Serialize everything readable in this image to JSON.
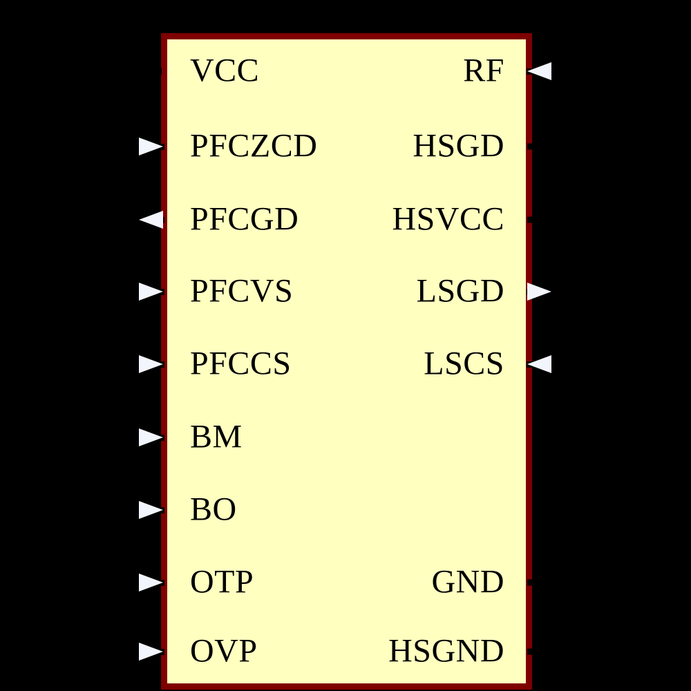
{
  "component": {
    "kind": "ic-schematic-symbol",
    "colors": {
      "background": "#000000",
      "body_fill": "#ffffc0",
      "border": "#7f0000",
      "arrow_fill": "#f2f6fc",
      "pin_stub": "#000000",
      "text": "#000000"
    },
    "left_pins": [
      {
        "label": "VCC",
        "connector": "stub"
      },
      {
        "label": "PFCZCD",
        "connector": "arrow-in"
      },
      {
        "label": "PFCGD",
        "connector": "arrow-out"
      },
      {
        "label": "PFCVS",
        "connector": "arrow-in"
      },
      {
        "label": "PFCCS",
        "connector": "arrow-in"
      },
      {
        "label": "BM",
        "connector": "arrow-in"
      },
      {
        "label": "BO",
        "connector": "arrow-in"
      },
      {
        "label": "OTP",
        "connector": "arrow-in"
      },
      {
        "label": "OVP",
        "connector": "arrow-in"
      }
    ],
    "right_pins": [
      {
        "label": "RF",
        "connector": "arrow-in"
      },
      {
        "label": "HSGD",
        "connector": "stub"
      },
      {
        "label": "HSVCC",
        "connector": "stub"
      },
      {
        "label": "LSGD",
        "connector": "arrow-out"
      },
      {
        "label": "LSCS",
        "connector": "arrow-in"
      },
      {
        "label": "",
        "connector": "none"
      },
      {
        "label": "",
        "connector": "none"
      },
      {
        "label": "GND",
        "connector": "stub"
      },
      {
        "label": "HSGND",
        "connector": "stub"
      }
    ]
  }
}
